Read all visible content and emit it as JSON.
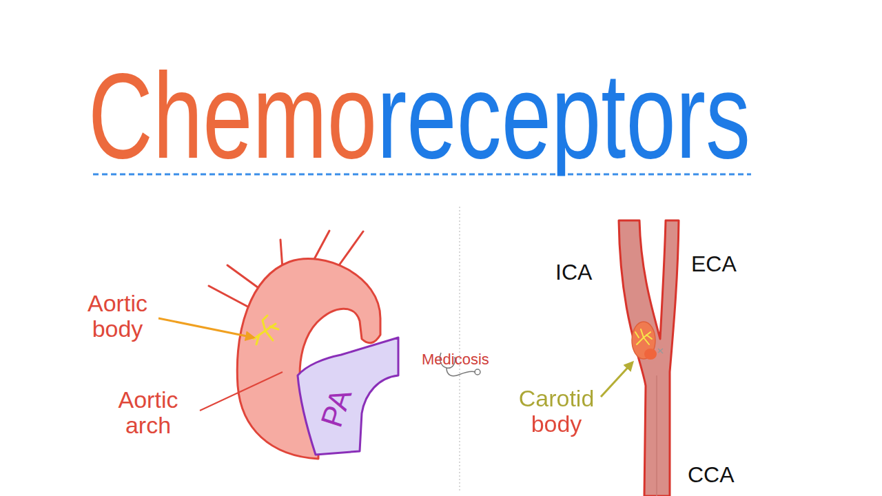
{
  "diagram": {
    "title": "Chemoreceptors",
    "nodes": [
      {
        "text": [
          "PA"
        ]
      }
    ],
    "labels": [
      "Aortic body",
      "ICA",
      "ECA",
      "Medicosis",
      "Aortic arch",
      "Carotid body",
      "CCA"
    ]
  }
}
